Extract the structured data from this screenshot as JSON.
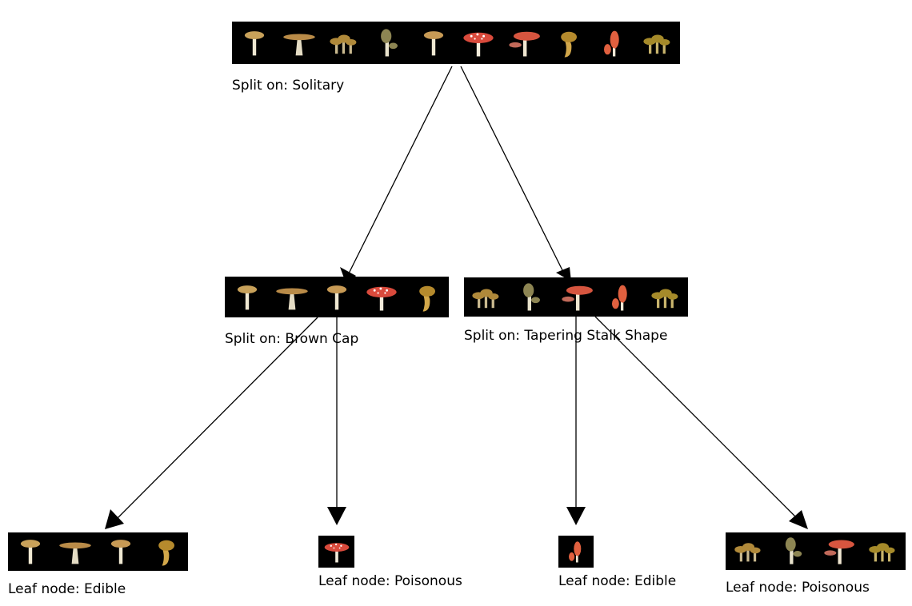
{
  "symbols": {
    "pale": {
      "cap": "#c8a15a",
      "stem": "#efe8d2"
    },
    "flat": {
      "cap": "#b98b48",
      "stem": "#e4dcc4"
    },
    "cluster": {
      "cap": "#b0893a",
      "stem": "#c9b98f"
    },
    "olive": {
      "cap": "#8d8553",
      "stem": "#e8e2cc"
    },
    "tan": {
      "cap": "#c79a55",
      "stem": "#efe8d2"
    },
    "flyagaric": {
      "cap": "#d94a3c",
      "spots": "#ffffff",
      "stem": "#f2ecdc"
    },
    "redcap": {
      "cap": "#d6553f",
      "stem": "#efe6d0"
    },
    "bolete": {
      "cap": "#b58a2d",
      "stem": "#d2a74a"
    },
    "orange": {
      "cap": "#e0603f",
      "stem": "#f0e8d6"
    },
    "smallcluster": {
      "cap": "#a58a2a",
      "stem": "#c8b46c"
    }
  },
  "nodes": {
    "root": {
      "label": "Split on: Solitary",
      "items": [
        "pale",
        "flat",
        "cluster",
        "olive",
        "tan",
        "flyagaric",
        "redcap",
        "bolete",
        "orange",
        "smallcluster"
      ]
    },
    "left": {
      "label": "Split on: Brown Cap",
      "items": [
        "pale",
        "flat",
        "tan",
        "flyagaric",
        "bolete"
      ]
    },
    "right": {
      "label": "Split on: Tapering Stalk Shape",
      "items": [
        "cluster",
        "olive",
        "redcap",
        "orange",
        "smallcluster"
      ]
    },
    "leaf1": {
      "label": "Leaf node: Edible",
      "items": [
        "pale",
        "flat",
        "tan",
        "bolete"
      ]
    },
    "leaf2": {
      "label": "Leaf node: Poisonous",
      "items": [
        "flyagaric"
      ]
    },
    "leaf3": {
      "label": "Leaf node: Edible",
      "items": [
        "orange"
      ]
    },
    "leaf4": {
      "label": "Leaf node: Poisonous",
      "items": [
        "cluster",
        "olive",
        "redcap",
        "smallcluster"
      ]
    }
  }
}
